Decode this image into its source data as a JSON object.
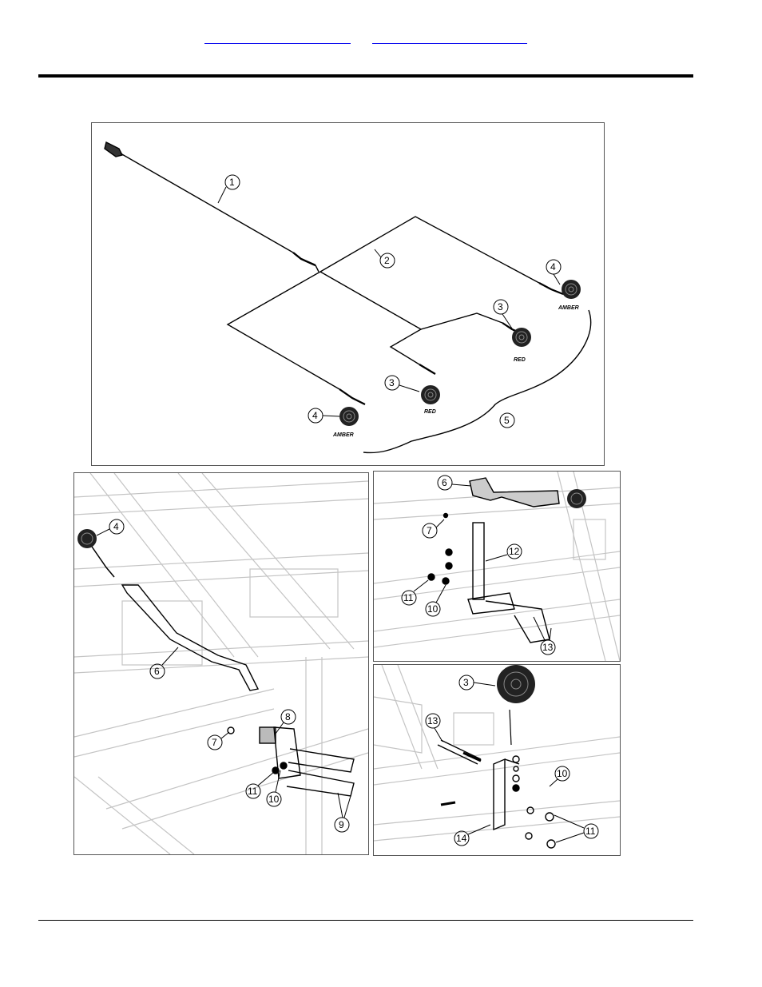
{
  "nav": {
    "link_left": "",
    "link_right": ""
  },
  "harness_panel": {
    "callouts": [
      "1",
      "2",
      "3",
      "3",
      "4",
      "4",
      "5"
    ],
    "lamp_labels": [
      "AMBER",
      "RED",
      "RED",
      "AMBER"
    ]
  },
  "mount_left_panel": {
    "callouts": [
      "4",
      "6",
      "7",
      "8",
      "9",
      "10",
      "11"
    ]
  },
  "mount_right_top_panel": {
    "callouts": [
      "6",
      "7",
      "10",
      "11",
      "12",
      "13"
    ]
  },
  "mount_right_bottom_panel": {
    "callouts": [
      "3",
      "10",
      "11",
      "13",
      "14"
    ]
  },
  "colors": {
    "link": "#0000ee",
    "line": "#000000",
    "faint": "#bbbbbb"
  }
}
